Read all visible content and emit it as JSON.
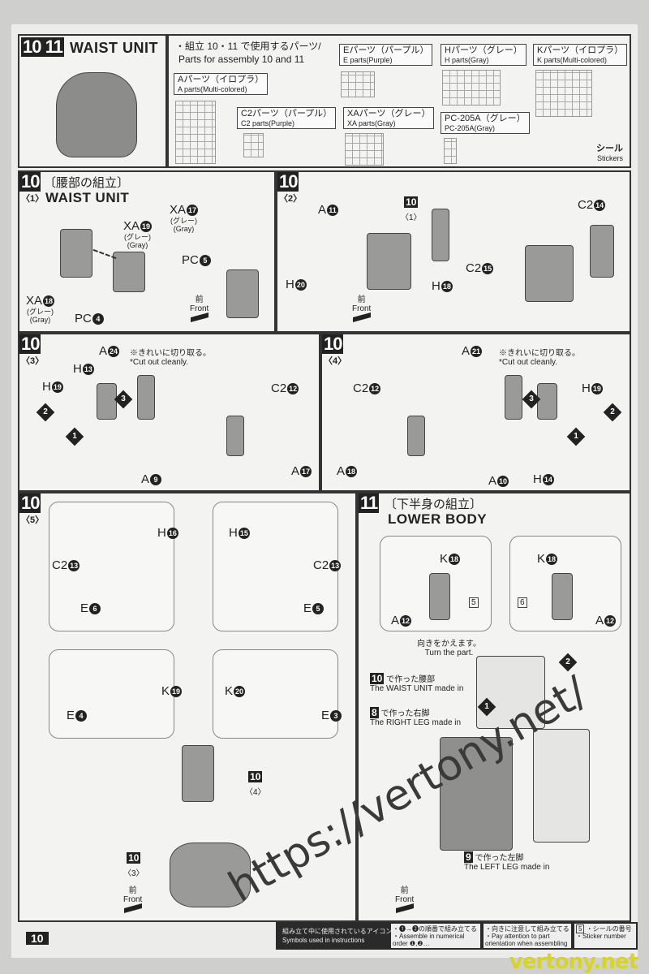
{
  "header": {
    "steps": "10 11",
    "title": "WAIST UNIT",
    "parts_jp": "・組立 10・11 で使用するパーツ/",
    "parts_en": "Parts for assembly 10 and 11",
    "runners": [
      {
        "jp": "Aパーツ（イロプラ）",
        "en": "A parts(Multi-colored)"
      },
      {
        "jp": "C2パーツ（パープル）",
        "en": "C2 parts(Purple)"
      },
      {
        "jp": "Eパーツ（パープル）",
        "en": "E parts(Purple)"
      },
      {
        "jp": "XAパーツ（グレー）",
        "en": "XA parts(Gray)"
      },
      {
        "jp": "Hパーツ（グレー）",
        "en": "H parts(Gray)"
      },
      {
        "jp": "PC-205A（グレー）",
        "en": "PC-205A(Gray)"
      },
      {
        "jp": "Kパーツ（イロプラ）",
        "en": "K parts(Multi-colored)"
      }
    ],
    "stickers_jp": "シール",
    "stickers_en": "Stickers"
  },
  "front": {
    "jp": "前",
    "en": "Front"
  },
  "cut_note": {
    "jp": "※きれいに切り取る。",
    "en": "*Cut out cleanly."
  },
  "step1": {
    "no": "10",
    "sub": "〈1〉",
    "title_jp": "〔腰部の組立〕",
    "title_en": "WAIST UNIT",
    "labels": [
      {
        "p": "XA",
        "n": "19",
        "s1": "(グレー)",
        "s2": "(Gray)"
      },
      {
        "p": "XA",
        "n": "18",
        "s1": "(グレー)",
        "s2": "(Gray)"
      },
      {
        "p": "PC",
        "n": "4"
      },
      {
        "p": "XA",
        "n": "17",
        "s1": "(グレー)",
        "s2": "(Gray)"
      },
      {
        "p": "PC",
        "n": "5"
      }
    ]
  },
  "step2": {
    "no": "10",
    "sub": "〈2〉",
    "ref": "10",
    "ref_sub": "〈1〉",
    "labels": [
      {
        "p": "A",
        "n": "11"
      },
      {
        "p": "H",
        "n": "20"
      },
      {
        "p": "H",
        "n": "18"
      },
      {
        "p": "C2",
        "n": "14"
      },
      {
        "p": "C2",
        "n": "15"
      }
    ]
  },
  "step3": {
    "no": "10",
    "sub": "〈3〉",
    "labels": [
      {
        "p": "A",
        "n": "24"
      },
      {
        "p": "H",
        "n": "13"
      },
      {
        "p": "H",
        "n": "19"
      },
      {
        "p": "C2",
        "n": "12"
      },
      {
        "p": "A",
        "n": "17"
      },
      {
        "p": "A",
        "n": "9"
      }
    ]
  },
  "step4": {
    "no": "10",
    "sub": "〈4〉",
    "labels": [
      {
        "p": "C2",
        "n": "12"
      },
      {
        "p": "A",
        "n": "18"
      },
      {
        "p": "A",
        "n": "21"
      },
      {
        "p": "H",
        "n": "19"
      },
      {
        "p": "H",
        "n": "14"
      },
      {
        "p": "A",
        "n": "10"
      }
    ]
  },
  "step5": {
    "no": "10",
    "sub": "〈5〉",
    "ref_a": "10",
    "ref_a_sub": "〈4〉",
    "ref_b": "10",
    "ref_b_sub": "〈3〉",
    "labels": [
      {
        "p": "H",
        "n": "16"
      },
      {
        "p": "C2",
        "n": "13"
      },
      {
        "p": "E",
        "n": "6"
      },
      {
        "p": "H",
        "n": "15"
      },
      {
        "p": "C2",
        "n": "13"
      },
      {
        "p": "E",
        "n": "5"
      },
      {
        "p": "K",
        "n": "19"
      },
      {
        "p": "E",
        "n": "4"
      },
      {
        "p": "K",
        "n": "20"
      },
      {
        "p": "E",
        "n": "3"
      }
    ]
  },
  "step11": {
    "no": "11",
    "title_jp": "〔下半身の組立〕",
    "title_en": "LOWER BODY",
    "labels": [
      {
        "p": "K",
        "n": "18"
      },
      {
        "p": "A",
        "n": "12"
      },
      {
        "p": "K",
        "n": "18"
      },
      {
        "p": "A",
        "n": "12"
      }
    ],
    "sticker_a": "5",
    "sticker_b": "6",
    "turn_jp": "向きをかえます。",
    "turn_en": "Turn the part.",
    "waist_jp": "で作った腰部",
    "waist_en": "The WAIST UNIT made in",
    "waist_ref": "10",
    "rleg_jp": "で作った右脚",
    "rleg_en": "The RIGHT LEG made in",
    "rleg_ref": "8",
    "lleg_jp": "で作った左脚",
    "lleg_en": "The LEFT LEG made in",
    "lleg_ref": "9"
  },
  "footer": {
    "page": "10",
    "legend_jp": "組み立て中に使用されているアイコン",
    "legend_en": "Symbols used in instructions",
    "order_jp": "・❶→❷の順番で組み立てる",
    "order_en": "・Assemble in numerical order ❶,❷…",
    "attn_jp": "・向きに注意して組み立てる",
    "attn_en": "・Pay attention to part orientation when assembling",
    "sticker_no": "5",
    "sticker_jp": "・シールの番号",
    "sticker_en": "・Sticker number"
  },
  "watermark": "https://vertony.net/",
  "watermark_site": "vertony.net"
}
